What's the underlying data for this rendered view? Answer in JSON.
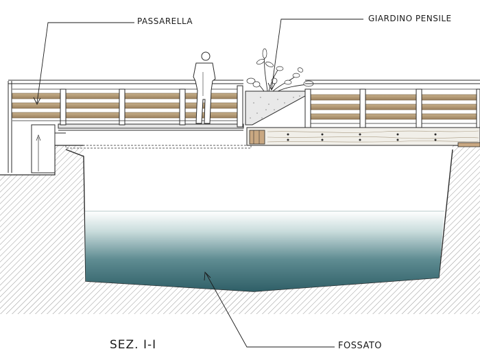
{
  "labels": {
    "passarella": "PASSARELLA",
    "giardino": "GIARDINO PENSILE",
    "fossato": "FOSSATO",
    "section": "SEZ. I-I"
  },
  "colors": {
    "plank": "#b59c79",
    "plank_dark": "#8c7453",
    "water_top": "#ffffff",
    "water_mid": "#c9dcdc",
    "water_deep": "#2f5f67",
    "line": "#2a2a2a"
  }
}
